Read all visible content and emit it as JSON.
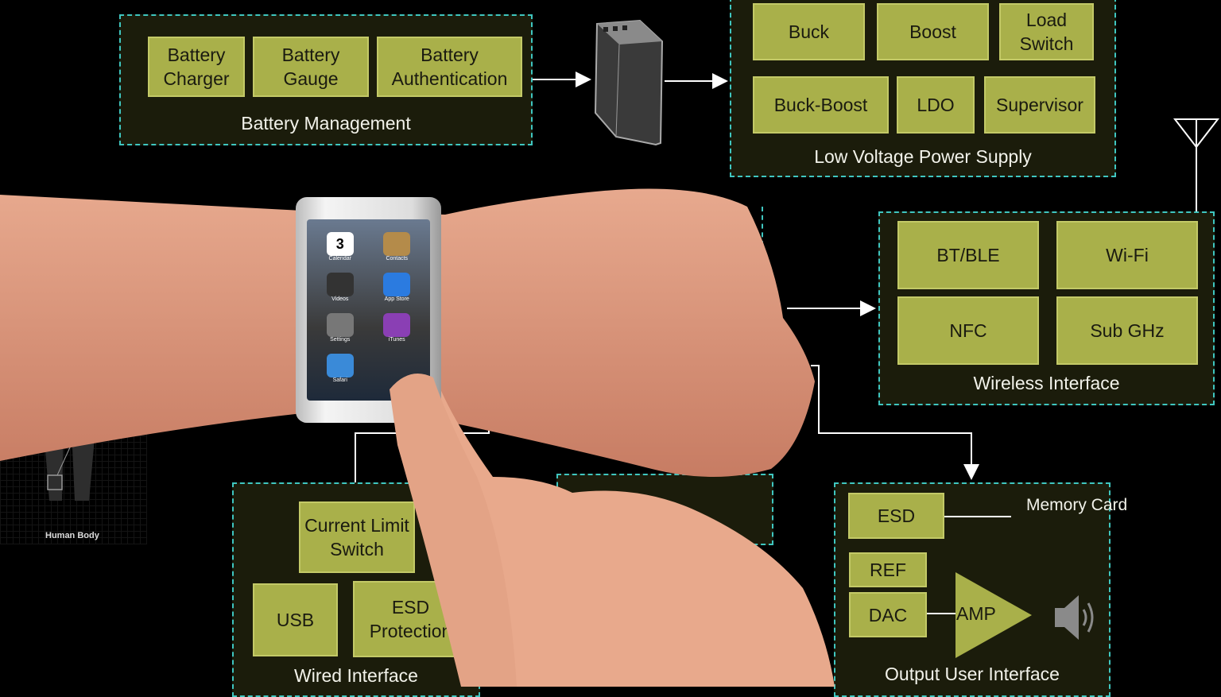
{
  "colors": {
    "block": "#a9b04a",
    "group_bg": "#1b1c0b",
    "group_border": "#3fc6c0",
    "text": "#f2f2ea"
  },
  "battery_management": {
    "title": "Battery Management",
    "blocks": [
      "Battery Charger",
      "Battery Gauge",
      "Battery Authentication"
    ]
  },
  "power_supply": {
    "title": "Low Voltage Power Supply",
    "blocks": [
      "Buck",
      "Boost",
      "Load Switch",
      "Buck-Boost",
      "LDO",
      "Supervisor"
    ]
  },
  "wireless": {
    "title": "Wireless Interface",
    "blocks": [
      "BT/BLE",
      "Wi-Fi",
      "NFC",
      "Sub GHz"
    ]
  },
  "wired": {
    "title": "Wired Interface",
    "blocks": [
      "Current Limit Switch",
      "USB",
      "ESD Protection"
    ]
  },
  "output": {
    "title": "Output User Interface",
    "blocks": [
      "ESD",
      "REF",
      "DAC",
      "AMP"
    ],
    "memory_card": "Memory Card"
  },
  "human_body": {
    "label": "Human Body"
  },
  "watch": {
    "apps": [
      "Calendar",
      "Contacts",
      "Videos",
      "App Store",
      "Settings",
      "iTunes",
      "Safari"
    ],
    "calendar_day": "3"
  },
  "icons": [
    "battery-icon",
    "antenna-icon",
    "speaker-icon",
    "smartwatch-image",
    "hand-image"
  ]
}
